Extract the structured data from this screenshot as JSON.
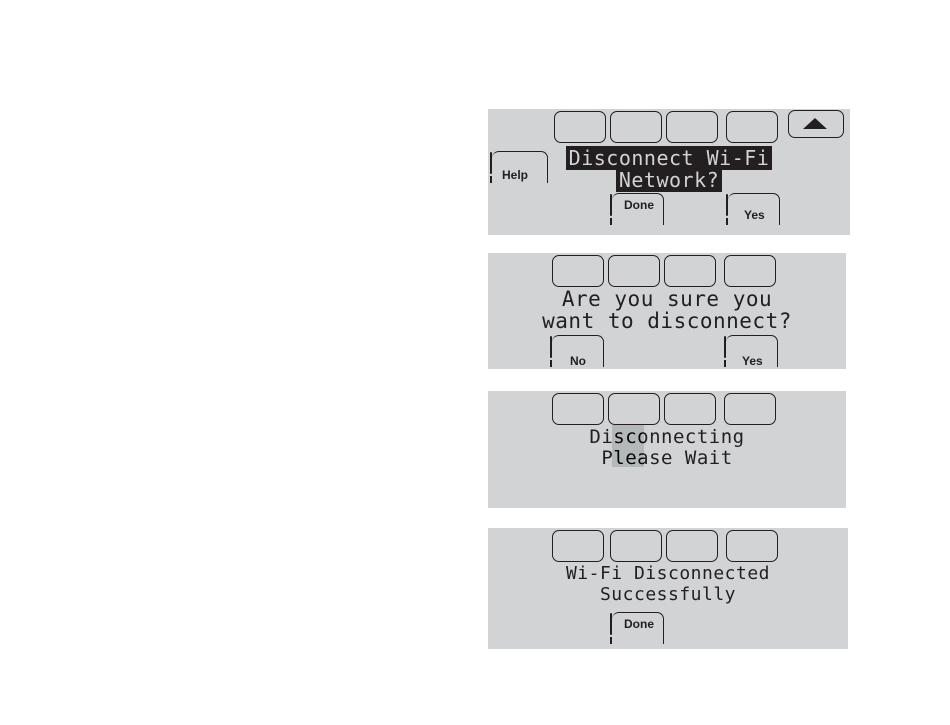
{
  "screens": [
    {
      "message_line1": "Disconnect Wi-Fi",
      "message_line2": "Network?",
      "help_label": "Help",
      "done_label": "Done",
      "yes_label": "Yes",
      "up_icon": "up-arrow-icon"
    },
    {
      "message_line1": "Are you sure you",
      "message_line2": "want to disconnect?",
      "no_label": "No",
      "yes_label": "Yes"
    },
    {
      "message_line1": "Disconnecting",
      "message_line2": "Please Wait"
    },
    {
      "message_line1": "Wi-Fi Disconnected",
      "message_line2": "Successfully",
      "done_label": "Done"
    }
  ],
  "colors": {
    "panel_bg": "#d1d3d4",
    "ink": "#231f20"
  }
}
